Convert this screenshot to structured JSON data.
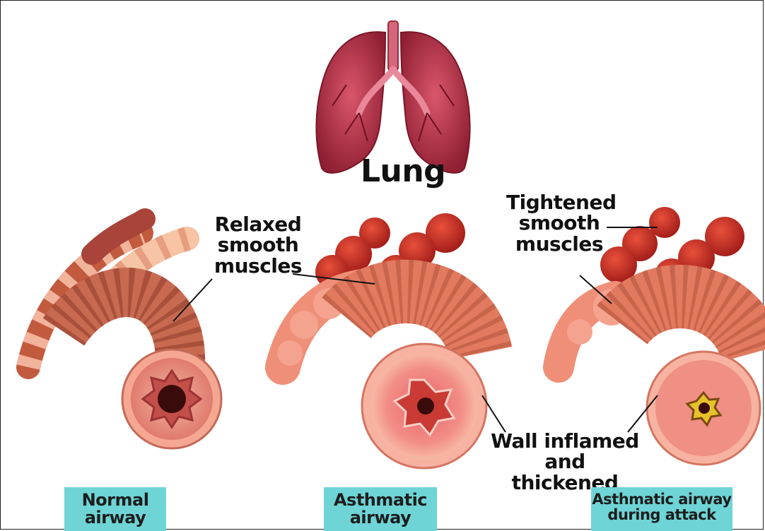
{
  "lung": {
    "title": "Lung"
  },
  "annotations": {
    "relaxed": [
      "Relaxed",
      "smooth",
      "muscles"
    ],
    "tightened": [
      "Tightened",
      "smooth",
      "muscles"
    ],
    "wall": [
      "Wall inflamed",
      "and thickened"
    ]
  },
  "captions": {
    "normal": [
      "Normal",
      "airway"
    ],
    "asthmatic": [
      "Asthmatic",
      "airway"
    ],
    "attack": [
      "Asthmatic airway",
      "during attack"
    ]
  },
  "colors": {
    "caption_bg": "#6fd4d6",
    "lung": "#b8344a",
    "airway_outer": "#f6a58e",
    "muscle": "#a8443a",
    "inflamed": "#e85a3c",
    "mucus": "#e6c22a"
  }
}
